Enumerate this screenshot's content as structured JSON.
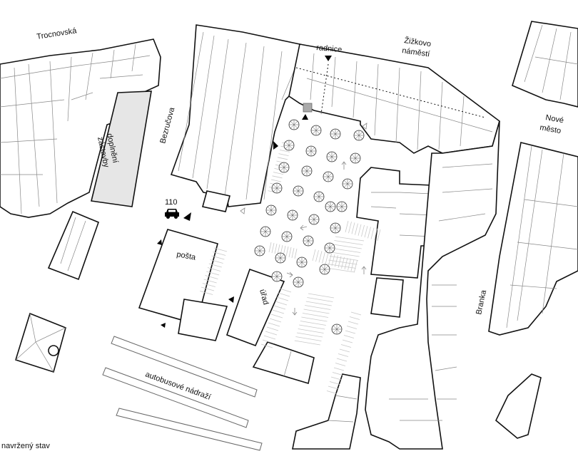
{
  "labels": {
    "trocnovska": "Trocnovská",
    "radnice": "radnice",
    "zizkovo_line1": "Žižkovo",
    "zizkovo_line2": "náměstí",
    "nove_line1": "Nové",
    "nove_line2": "město",
    "bezrucova": "Bezručova",
    "doplneni_line1": "doplnění",
    "doplneni_line2": "zástavby",
    "route_number": "110",
    "posta": "pošta",
    "urad": "úřad",
    "branka": "Branka",
    "bus_station": "autobusové nádraží",
    "caption": "navržený stav"
  },
  "colors": {
    "building_outline": "#111111",
    "infill_highlight": "#e6e6e6",
    "parking_lines": "#c8c8c8",
    "background": "#ffffff"
  },
  "icons": {
    "car": "car-icon",
    "entrance": "entrance-triangle-icon",
    "tree": "tree-icon"
  }
}
